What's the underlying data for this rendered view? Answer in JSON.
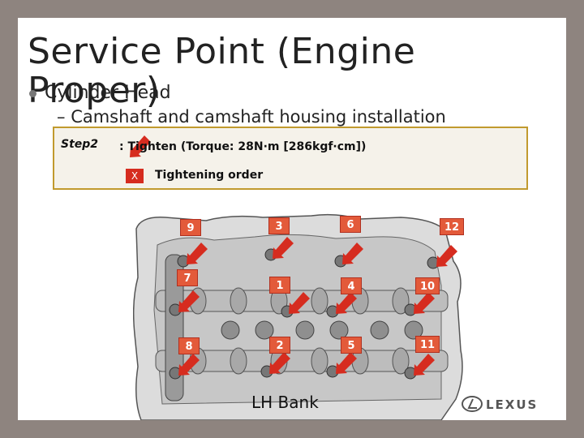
{
  "slide": {
    "title": "Service Point (Engine Proper)",
    "bullet": "Cylinder Head",
    "sub_bullet": "Camshaft and camshaft housing installation"
  },
  "legend": {
    "step": "Step2",
    "tighten": ": Tighten (Torque: 28N·m [286kgf·cm])",
    "marker": "X",
    "order": "Tightening order"
  },
  "diagram": {
    "caption": "LH Bank",
    "bolt_numbers": [
      "9",
      "3",
      "6",
      "12",
      "7",
      "1",
      "4",
      "10",
      "8",
      "2",
      "5",
      "11"
    ]
  },
  "brand": {
    "logo_text": "LEXUS"
  },
  "colors": {
    "badge": "#e35a3a",
    "arrow": "#d62c1f",
    "legend_border": "#c19a2e"
  }
}
